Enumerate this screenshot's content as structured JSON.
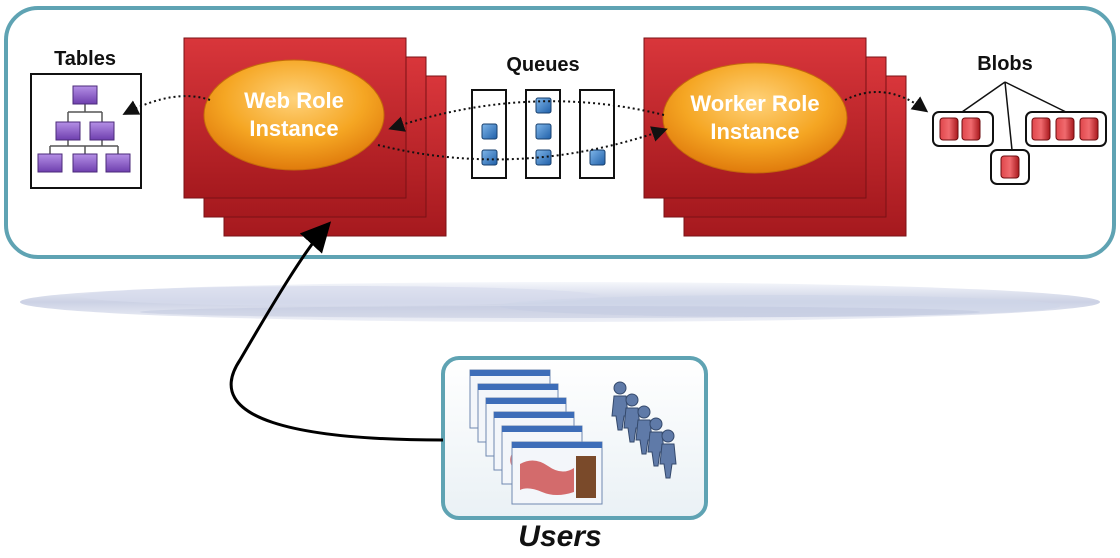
{
  "labels": {
    "tables": "Tables",
    "queues": "Queues",
    "blobs": "Blobs",
    "web_role_line1": "Web Role",
    "web_role_line2": "Instance",
    "worker_role_line1": "Worker Role",
    "worker_role_line2": "Instance",
    "users": "Users"
  },
  "colors": {
    "cloud_border": "#5fa3b3",
    "role_red": "#c8242a",
    "role_red_dark": "#9c1a1f",
    "ellipse_orange": "#f29a1f",
    "table_purple": "#8e5cc7",
    "queue_blue": "#2f78c4",
    "blob_red": "#c8242a"
  },
  "icons": {
    "tables": "table-hierarchy-icon",
    "queue_message": "queue-message-icon",
    "blob": "blob-cylinder-icon",
    "users": "users-group-icon",
    "browser": "browser-window-icon"
  }
}
